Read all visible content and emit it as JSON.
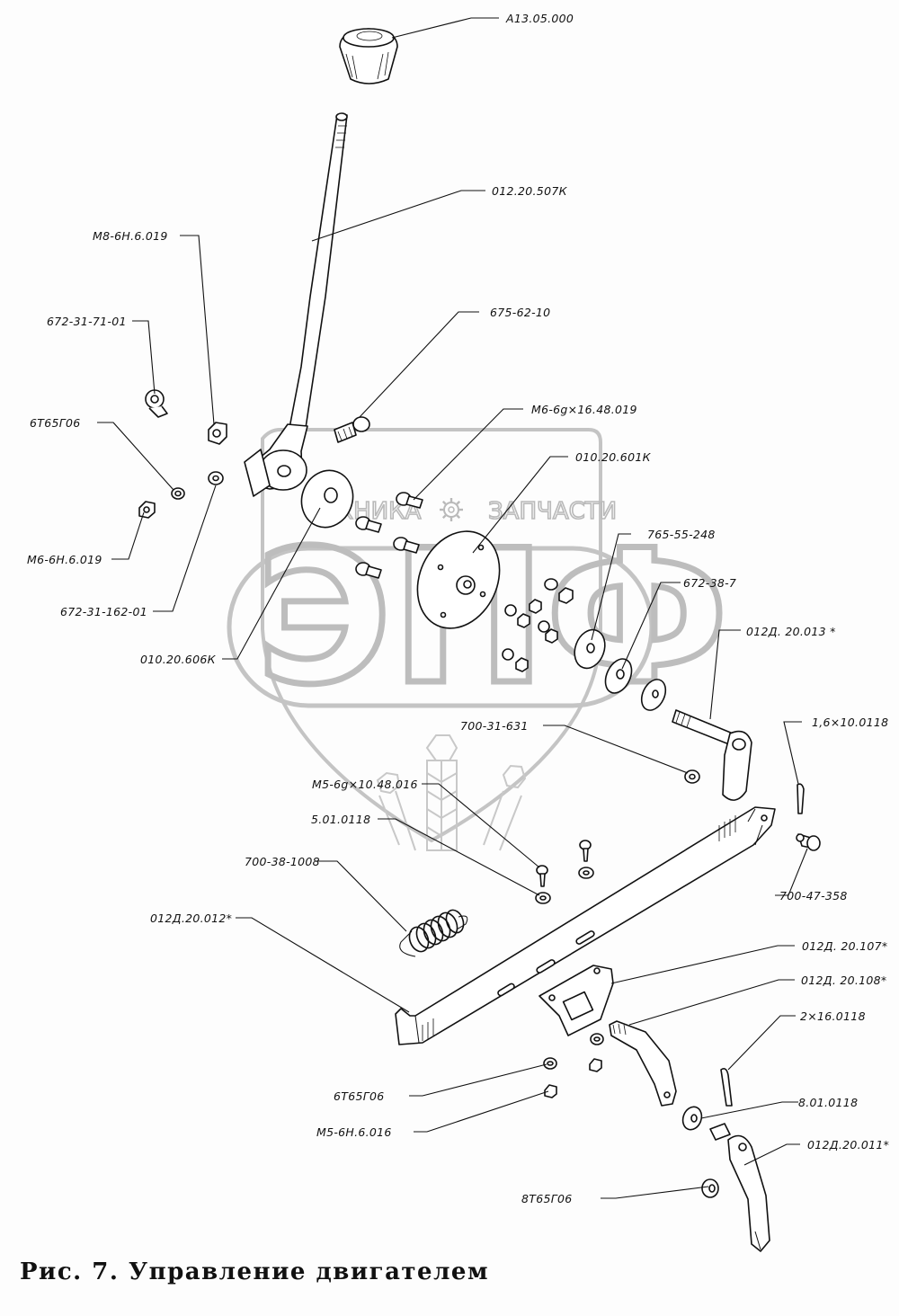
{
  "caption": "Рис. 7. Управление двигателем",
  "watermark": {
    "left_word": "ТЕХНИКА",
    "right_word": "ЗАПЧАСТИ",
    "monogram": "ЭПФ",
    "gear_icon": "gear-icon"
  },
  "labels": {
    "knob": "А13.05.000",
    "lever": "012.20.507К",
    "nut_m8": "М8-6Н.6.019",
    "bracket": "672-31-71-01",
    "washer_6t65g06_top": "6Т65Г06",
    "nut_m6": "М6-6Н.6.019",
    "washer_672_31_162": "672-31-162-01",
    "disc_606k": "010.20.606К",
    "bolt_675": "675-62-10",
    "screw_m6": "М6-6g×16.48.019",
    "disc_601k": "010.20.601К",
    "washer_765": "765-55-248",
    "washer_672_38": "672-38-7",
    "shaft_013": "012Д. 20.013 *",
    "pin_1_6": "1,6×10.0118",
    "washer_700_31": "700-31-631",
    "screw_m5": "М5-6g×10.48.016",
    "washer_5_01": "5.01.0118",
    "spring": "700-38-1008",
    "pin_700_47": "700-47-358",
    "rod_012": "012Д.20.012*",
    "bracket_107": "012Д. 20.107*",
    "lever_108": "012Д. 20.108*",
    "pin_2x16": "2×16.0118",
    "washer_6t65g06_bottom": "6Т65Г06",
    "washer_8_01": "8.01.0118",
    "nut_m5": "М5-6Н.6.016",
    "lever_011": "012Д.20.011*",
    "washer_8t65g06": "8Т65Г06"
  }
}
